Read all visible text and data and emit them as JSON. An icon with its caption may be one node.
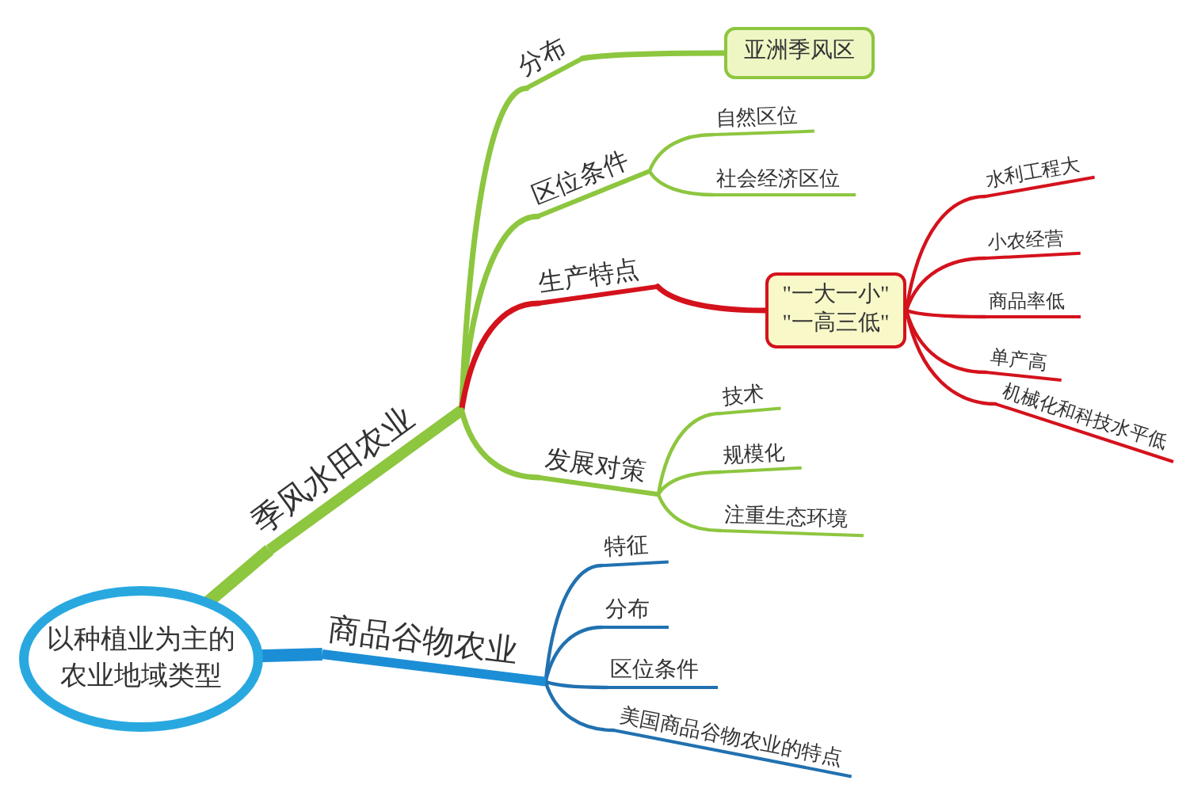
{
  "diagram": {
    "nodes": [
      {
        "text": [
          "以种植业为主的农业地域类型"
        ]
      },
      {
        "text": [
          "季风水田农业"
        ]
      },
      {
        "text": [
          "分布"
        ]
      },
      {
        "text": [
          "亚洲季风区"
        ]
      },
      {
        "text": [
          "区位条件"
        ]
      },
      {
        "text": [
          "自然区位"
        ]
      },
      {
        "text": [
          "社会经济区位"
        ]
      },
      {
        "text": [
          "生产特点"
        ]
      },
      {
        "text": [
          "\"一大一小\"",
          "\"一高三低\""
        ]
      },
      {
        "text": [
          "水利工程大"
        ]
      },
      {
        "text": [
          "小农经营"
        ]
      },
      {
        "text": [
          "商品率低"
        ]
      },
      {
        "text": [
          "单产高"
        ]
      },
      {
        "text": [
          "机械化和科技水平低"
        ]
      },
      {
        "text": [
          "发展对策"
        ]
      },
      {
        "text": [
          "技术"
        ]
      },
      {
        "text": [
          "规模化"
        ]
      },
      {
        "text": [
          "注重生态环境"
        ]
      },
      {
        "text": [
          "商品谷物农业"
        ]
      },
      {
        "text": [
          "特征"
        ]
      },
      {
        "text": [
          "分布"
        ]
      },
      {
        "text": [
          "区位条件"
        ]
      },
      {
        "text": [
          "美国商品谷物农业的特点"
        ]
      }
    ],
    "edges": [
      {
        "from": 0,
        "to": 1,
        "arrow": "none",
        "style": "thick"
      },
      {
        "from": 1,
        "to": 2,
        "arrow": "none"
      },
      {
        "from": 2,
        "to": 3,
        "arrow": "none"
      },
      {
        "from": 1,
        "to": 4,
        "arrow": "none"
      },
      {
        "from": 4,
        "to": 5,
        "arrow": "none"
      },
      {
        "from": 4,
        "to": 6,
        "arrow": "none"
      },
      {
        "from": 1,
        "to": 7,
        "arrow": "none",
        "color": "#d4121c"
      },
      {
        "from": 7,
        "to": 8,
        "arrow": "none",
        "color": "#d4121c"
      },
      {
        "from": 8,
        "to": 9,
        "arrow": "none",
        "color": "#d4121c"
      },
      {
        "from": 8,
        "to": 10,
        "arrow": "none",
        "color": "#d4121c"
      },
      {
        "from": 8,
        "to": 11,
        "arrow": "none",
        "color": "#d4121c"
      },
      {
        "from": 8,
        "to": 12,
        "arrow": "none",
        "color": "#d4121c"
      },
      {
        "from": 8,
        "to": 13,
        "arrow": "none",
        "color": "#d4121c"
      },
      {
        "from": 1,
        "to": 14,
        "arrow": "none"
      },
      {
        "from": 14,
        "to": 15,
        "arrow": "none"
      },
      {
        "from": 14,
        "to": 16,
        "arrow": "none"
      },
      {
        "from": 14,
        "to": 17,
        "arrow": "none"
      },
      {
        "from": 0,
        "to": 18,
        "arrow": "none",
        "style": "thick",
        "color": "#1c8ed6"
      },
      {
        "from": 18,
        "to": 19,
        "arrow": "none",
        "color": "#2171b0"
      },
      {
        "from": 18,
        "to": 20,
        "arrow": "none",
        "color": "#2171b0"
      },
      {
        "from": 18,
        "to": 21,
        "arrow": "none",
        "color": "#2171b0"
      },
      {
        "from": 18,
        "to": 22,
        "arrow": "none",
        "color": "#2171b0"
      }
    ]
  }
}
